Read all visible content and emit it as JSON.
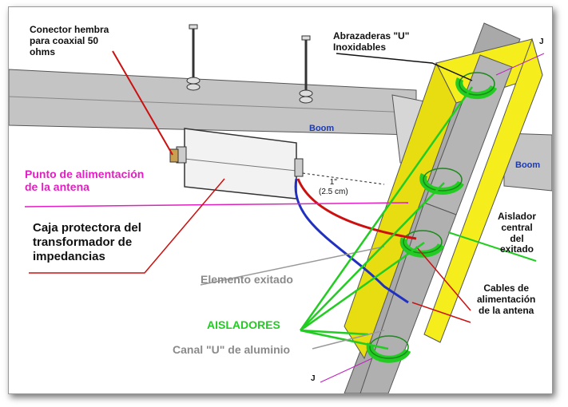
{
  "labels": {
    "connector": [
      "Conector hembra",
      "para coaxial 50",
      "ohms"
    ],
    "clamps": [
      "Abrazaderas \"U\"",
      "Inoxidables"
    ],
    "j_top": "J",
    "boom_left": "Boom",
    "boom_right": "Boom",
    "feed_point": [
      "Punto de alimentación",
      "de la antena"
    ],
    "dimension": [
      "1\"",
      "(2.5 cm)"
    ],
    "box": [
      "Caja protectora del",
      "transformador de",
      "impedancias"
    ],
    "insulator_center": [
      "Aislador",
      "central",
      "del",
      "exitado"
    ],
    "driven_element": "Elemento exitado",
    "feed_cables": [
      "Cables de",
      "alimentación",
      "de la antena"
    ],
    "insulators": "AISLADORES",
    "channel": "Canal \"U\" de aluminio",
    "j_bottom": "J"
  },
  "colors": {
    "magenta": "#e020c0",
    "red": "#cc1010",
    "green": "#22cc22",
    "yellow": "#f5ee1c",
    "boom_gray": "#bfbfbf",
    "label_blue": "#1c3ab0"
  }
}
